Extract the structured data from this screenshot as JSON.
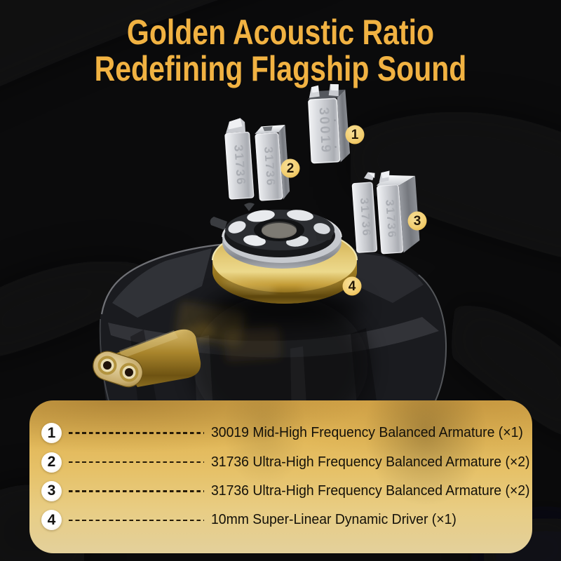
{
  "title": {
    "line1": "Golden Acoustic Ratio",
    "line2": "Redefining Flagship Sound"
  },
  "badges": [
    {
      "number": "1"
    },
    {
      "number": "2"
    },
    {
      "number": "3"
    },
    {
      "number": "4"
    }
  ],
  "components": {
    "ba_single": {
      "label": "30019"
    },
    "ba_pair2_left": {
      "label": "31736"
    },
    "ba_pair2_right": {
      "label": "31736"
    },
    "ba_pair3_left": {
      "label": "31736"
    },
    "ba_pair3_right": {
      "label": "31736"
    }
  },
  "legend": {
    "items": [
      {
        "num": "1",
        "text": "30019 Mid-High Frequency Balanced Armature (×1)"
      },
      {
        "num": "2",
        "text": "31736 Ultra-High Frequency Balanced Armature (×2)"
      },
      {
        "num": "3",
        "text": "31736 Ultra-High Frequency Balanced Armature (×2)"
      },
      {
        "num": "4",
        "text": "10mm Super-Linear Dynamic Driver (×1)"
      }
    ]
  },
  "colors": {
    "background": "#0b0b0c",
    "title_gold": "#f1b242",
    "badge_gold": "#f3cf72",
    "panel_gold_top": "#d8a94b",
    "panel_gold_bottom": "#e3d09b",
    "metal_silver": "#d4d6da",
    "driver_ring_gold": "#c9a43c"
  }
}
